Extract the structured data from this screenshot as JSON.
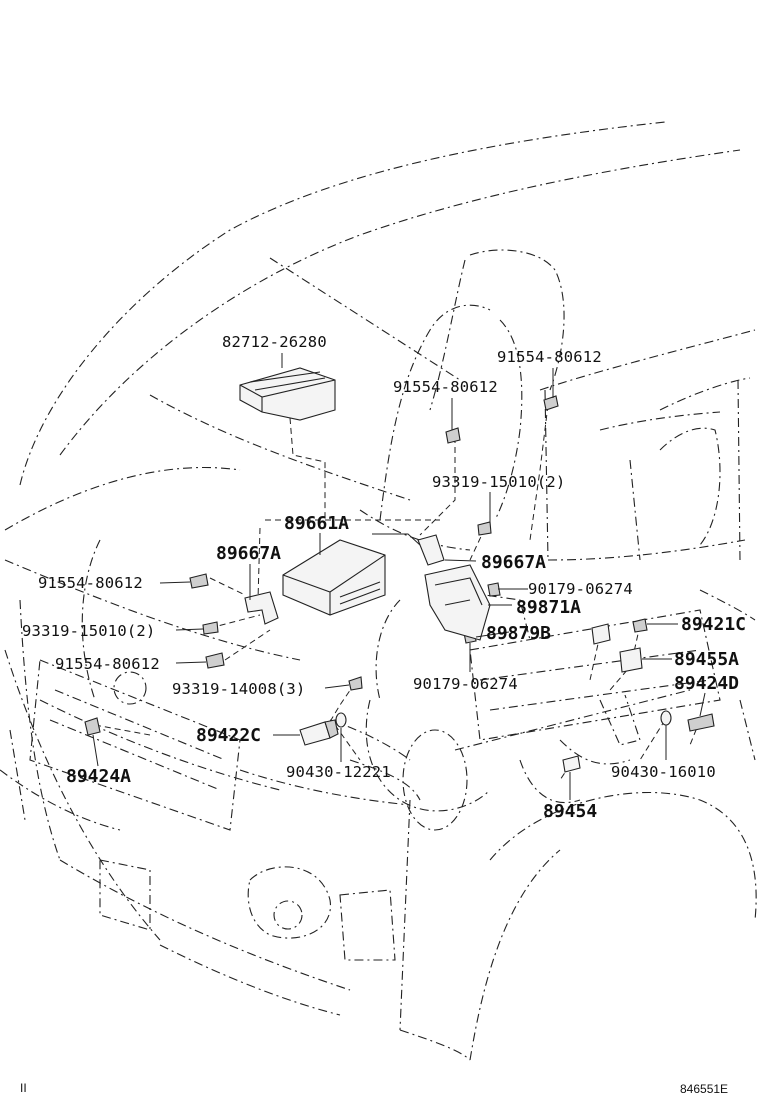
{
  "labels": {
    "p82712_26280": "82712-26280",
    "p91554_80612_top_right": "91554-80612",
    "p91554_80612_mid": "91554-80612",
    "p93319_15010_2_right": "93319-15010(2)",
    "p89661A": "89661A",
    "p89667A_left": "89667A",
    "p89667A_right": "89667A",
    "p91554_80612_left_upper": "91554-80612",
    "p90179_06274_upper": "90179-06274",
    "p93319_15010_2_left": "93319-15010(2)",
    "p89871A": "89871A",
    "p89421C": "89421C",
    "p91554_80612_left_lower": "91554-80612",
    "p89879B": "89879B",
    "p89455A": "89455A",
    "p93319_14008_3": "93319-14008(3)",
    "p90179_06274_lower": "90179-06274",
    "p89424D": "89424D",
    "p89422C": "89422C",
    "p90430_12221": "90430-12221",
    "p90430_16010": "90430-16010",
    "p89424A": "89424A",
    "p89454": "89454"
  },
  "footer": {
    "left_mark": "II",
    "figure_code": "846551E"
  }
}
